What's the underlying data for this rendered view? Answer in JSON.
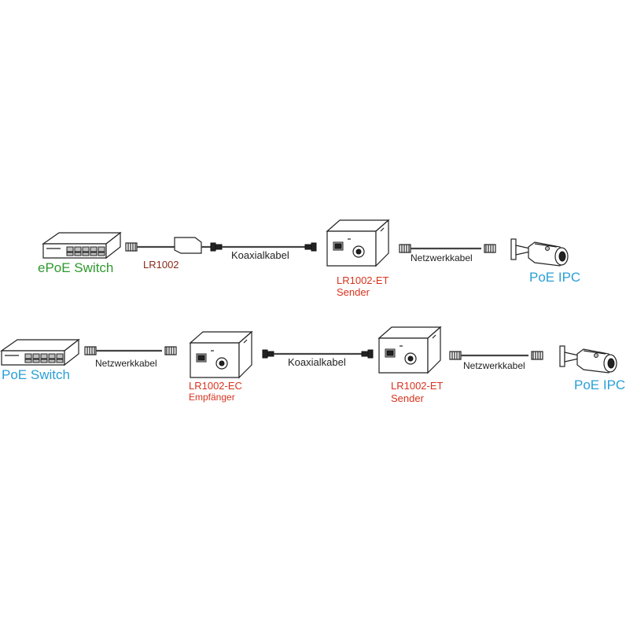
{
  "colors": {
    "green": "#2e9a2e",
    "red": "#d8331e",
    "blue": "#2a9fd6",
    "dark_red": "#8a2a1a",
    "black": "#222222"
  },
  "row1": {
    "switch_label": "ePoE Switch",
    "adapter_label": "LR1002",
    "coax_label": "Koaxialkabel",
    "sender_model": "LR1002-ET",
    "sender_role": "Sender",
    "network_label": "Netzwerkkabel",
    "camera_label": "PoE IPC"
  },
  "row2": {
    "switch_label": "PoE Switch",
    "network_label_1": "Netzwerkkabel",
    "receiver_model": "LR1002-EC",
    "receiver_role": "Empfänger",
    "coax_label": "Koaxialkabel",
    "sender_model": "LR1002-ET",
    "sender_role": "Sender",
    "network_label_2": "Netzwerkkabel",
    "camera_label": "PoE IPC"
  }
}
